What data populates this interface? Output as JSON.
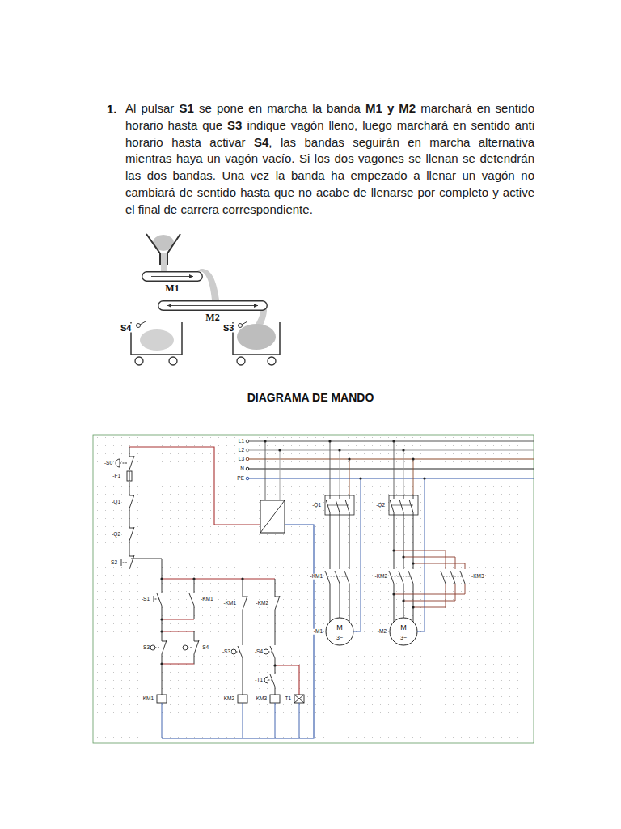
{
  "diagram": {
    "title": "DIAGRAMA DE MANDO",
    "nodes": [
      {
        "text": [
          "M1"
        ]
      },
      {
        "text": [
          "M2"
        ]
      }
    ],
    "labels": [
      "1.",
      "Al pulsar",
      "S1",
      "se pone en marcha la banda",
      "M1 y M2",
      "marchará en sentido horario hasta que",
      "S3",
      "indique vagón lleno, luego marchará en sentido anti horario hasta activar",
      "S4",
      ", las bandas seguirán en marcha alternativa mientras haya un vagón vacío. Si los dos vagones se llenan se detendrán las dos bandas. Una vez la banda ha empezado a llenar un vagón no cambiará de sentido hasta que no acabe de llenarse por completo y active el final de carrera correspondiente.",
      "S4",
      "S3",
      "L1",
      "L2",
      "L3",
      "N",
      "PE",
      "-S0",
      "-F1",
      "-Q1",
      "-Q2",
      "-S2",
      "-S1",
      "-KM1",
      "-S3",
      "-S4",
      "-KM1",
      "-KM1",
      "-S3",
      "-KM2",
      "-KM2",
      "-S4",
      "-T1",
      "-KM3",
      "-T1",
      "-Q1",
      "-KM1",
      "M",
      "3~",
      "-M1",
      "-Q2",
      "-KM2",
      "-KM3",
      "M",
      "3~",
      "-M2"
    ]
  }
}
